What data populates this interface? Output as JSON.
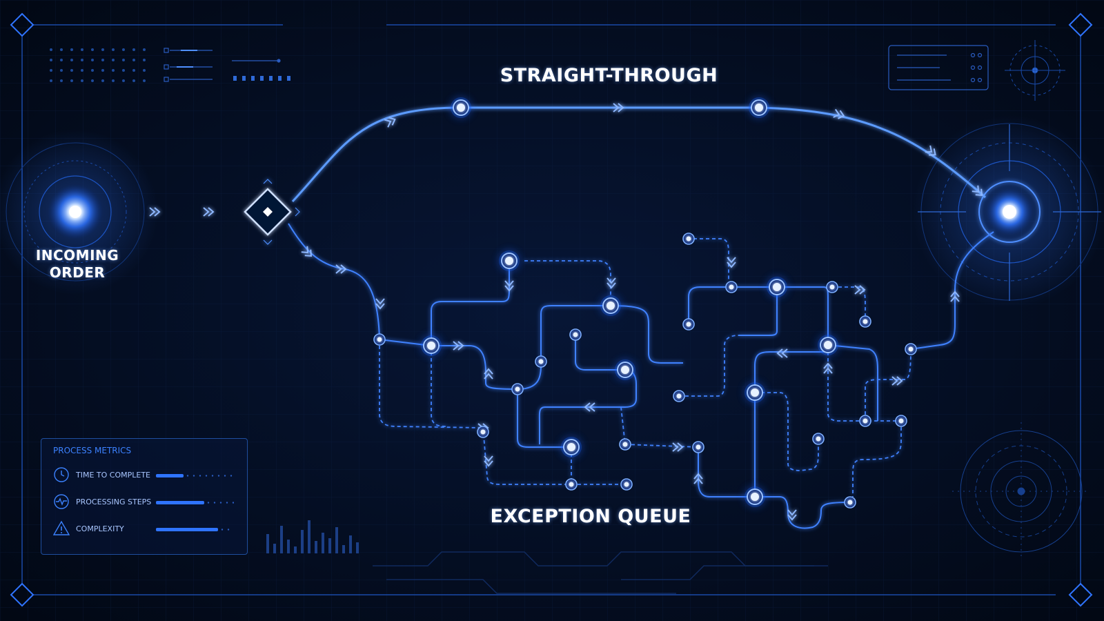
{
  "labels": {
    "straight_through": "STRAIGHT-THROUGH",
    "exception_queue": "EXCEPTION QUEUE",
    "incoming_order_line1": "INCOMING",
    "incoming_order_line2": "ORDER"
  },
  "metrics_panel": {
    "title": "PROCESS METRICS",
    "rows": [
      {
        "label": "TIME TO COMPLETE",
        "icon": "clock-icon",
        "level": 0.35
      },
      {
        "label": "PROCESSING STEPS",
        "icon": "waveform-icon",
        "level": 0.62
      },
      {
        "label": "COMPLEXITY",
        "icon": "warning-icon",
        "level": 0.8
      }
    ]
  },
  "colors": {
    "background": "#030a1c",
    "path": "#4f8fff",
    "glow": "#2a6bff",
    "node_core": "#e8f2ff",
    "panel_border": "#1f4fa0",
    "panel_title": "#3c82ff"
  }
}
